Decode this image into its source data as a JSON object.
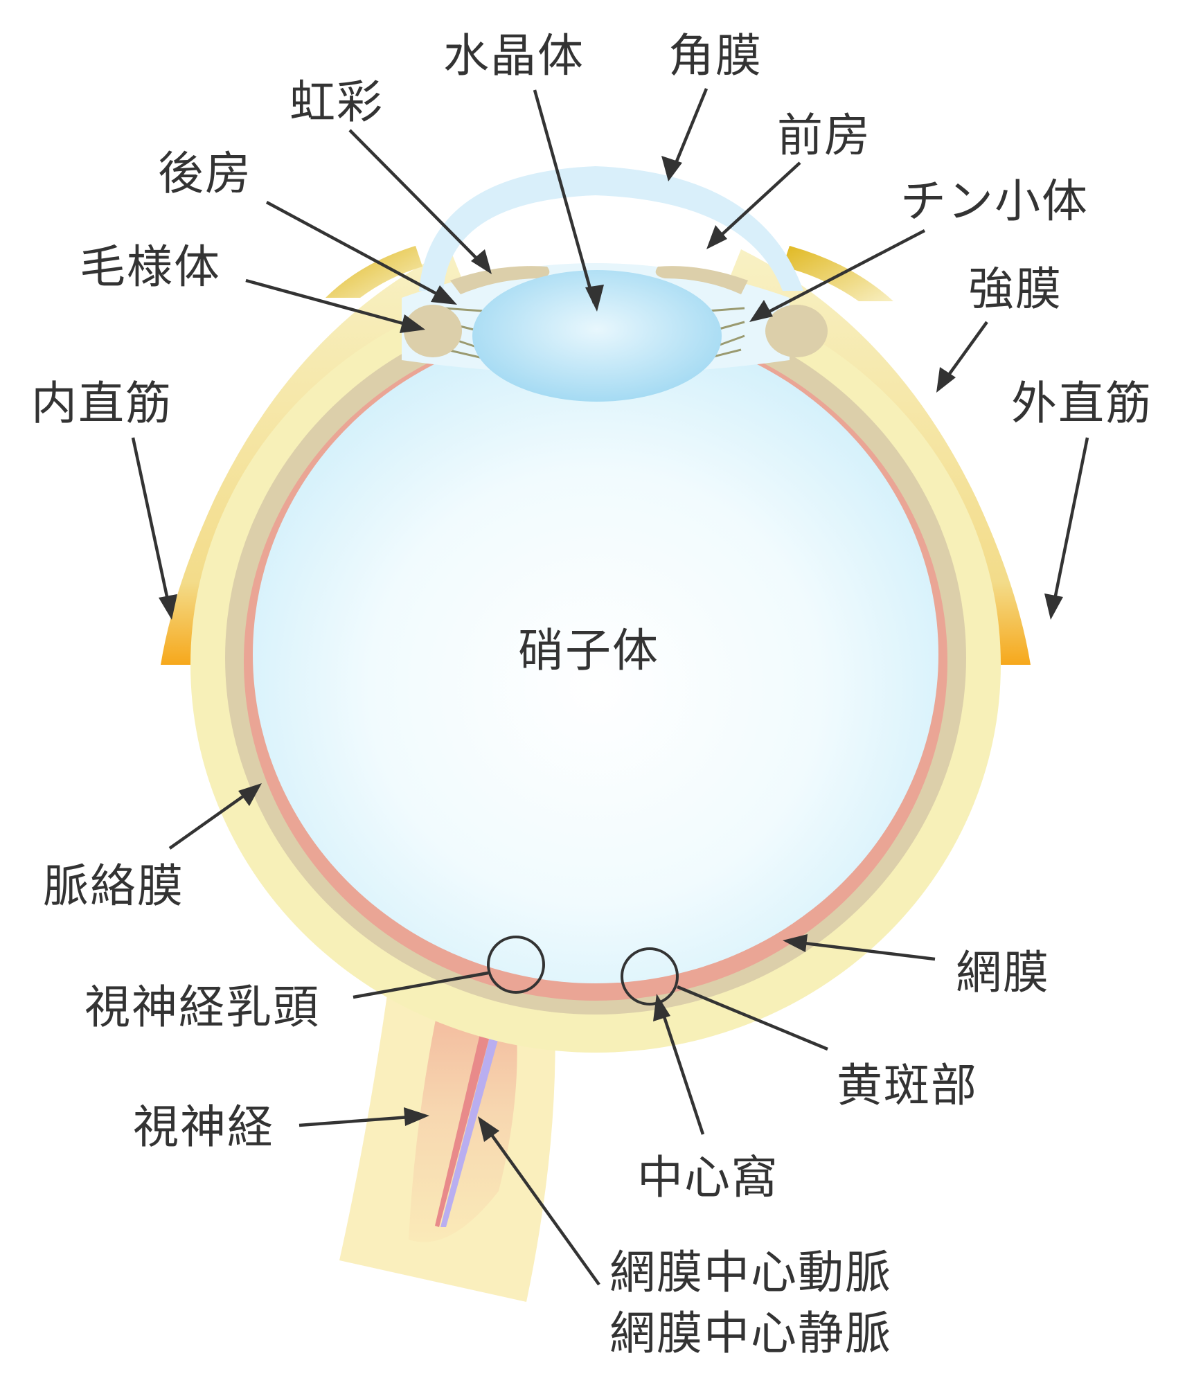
{
  "labels": {
    "suishoutai": "水晶体",
    "kakumaku": "角膜",
    "kousai": "虹彩",
    "zenbou": "前房",
    "koubou": "後房",
    "chinshoutai": "チン小体",
    "mouyoutai": "毛様体",
    "kyoumaku": "強膜",
    "naichokukin": "内直筋",
    "gaichokukin": "外直筋",
    "shoushitai": "硝子体",
    "myakurakumaku": "脈絡膜",
    "moumaku": "網膜",
    "shishinkeinyuutou": "視神経乳頭",
    "ouhanbu": "黄斑部",
    "shishinkei": "視神経",
    "chuushinka": "中心窩",
    "central_artery": "網膜中心動脈",
    "central_vein": "網膜中心静脈"
  },
  "colors": {
    "sclera": "#f7f0b8",
    "choroid": "#dccfaa",
    "retina": "#eaa595",
    "vitreous": "#e0f4fb",
    "lens": "#b9e3f6",
    "cornea": "#d9effa",
    "muscle": "#f4e8a0",
    "muscle_tip": "#f6a81c",
    "optic_nerve": "#f9e7b0",
    "text": "#333333"
  }
}
